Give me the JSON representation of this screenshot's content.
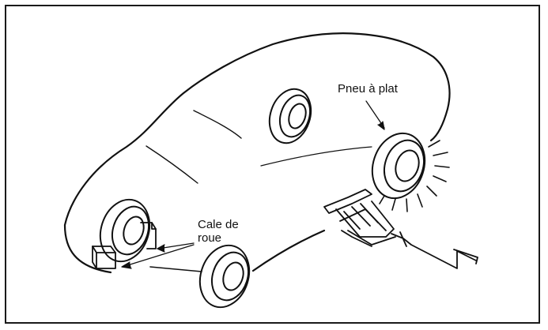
{
  "labels": {
    "flat_tire": "Pneu à plat",
    "wheel_chock_line1": "Cale de",
    "wheel_chock_line2": "roue"
  },
  "colors": {
    "ink": "#111111",
    "paper": "#ffffff"
  }
}
